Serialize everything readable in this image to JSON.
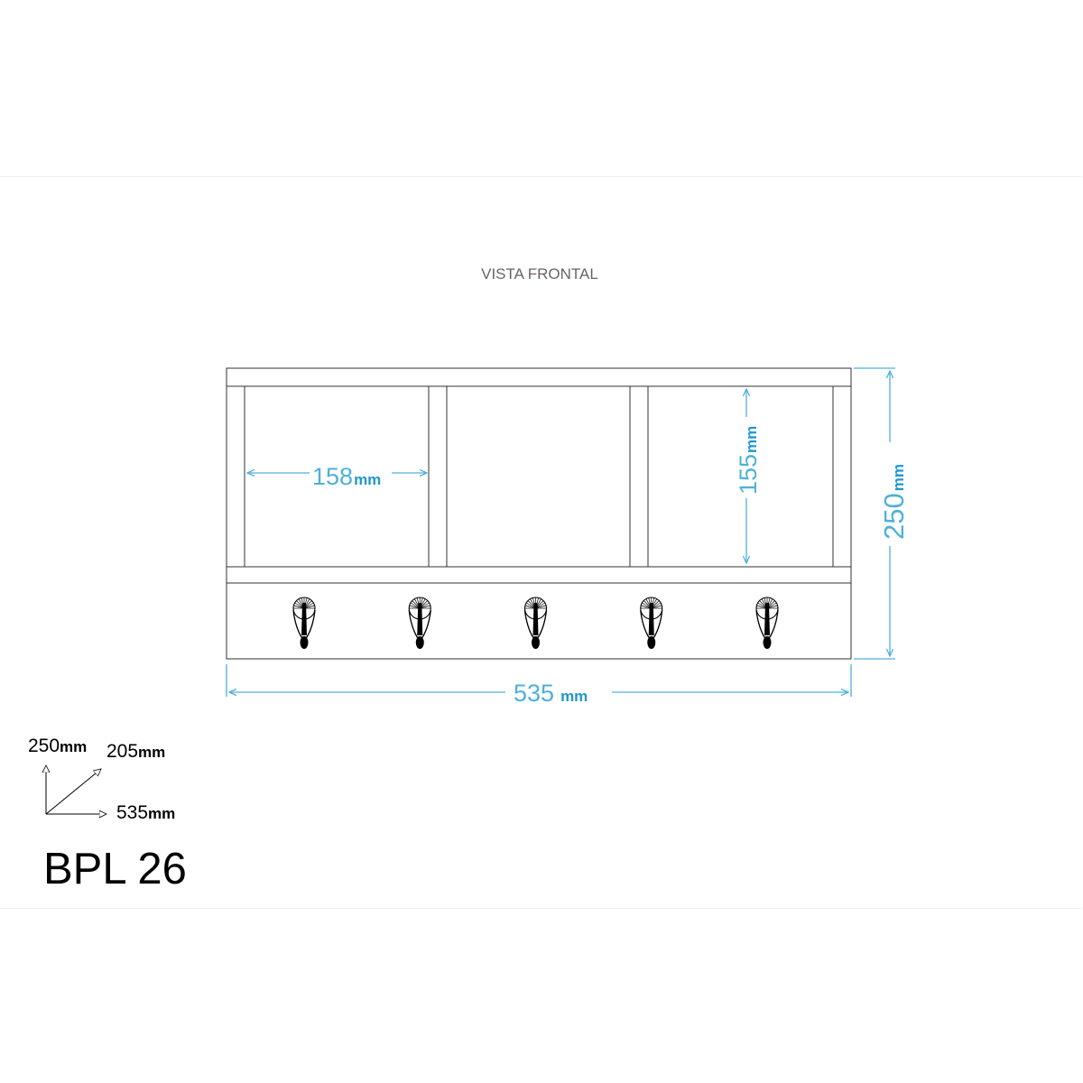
{
  "view_title": "VISTA FRONTAL",
  "dimensions": {
    "compartment_width": {
      "value": "158",
      "unit": "mm"
    },
    "compartment_height": {
      "value": "155",
      "unit": "mm"
    },
    "total_height": {
      "value": "250",
      "unit": "mm"
    },
    "total_width": {
      "value": "535",
      "unit": "mm"
    }
  },
  "axes_legend": {
    "height": {
      "value": "250",
      "unit": "mm"
    },
    "depth": {
      "value": "205",
      "unit": "mm"
    },
    "width": {
      "value": "535",
      "unit": "mm"
    }
  },
  "model": "BPL 26",
  "hooks": {
    "count": 5
  },
  "colors": {
    "dimension": "#4fb0da",
    "dimension_unit": "#1f98cf",
    "outline": "#333333"
  }
}
